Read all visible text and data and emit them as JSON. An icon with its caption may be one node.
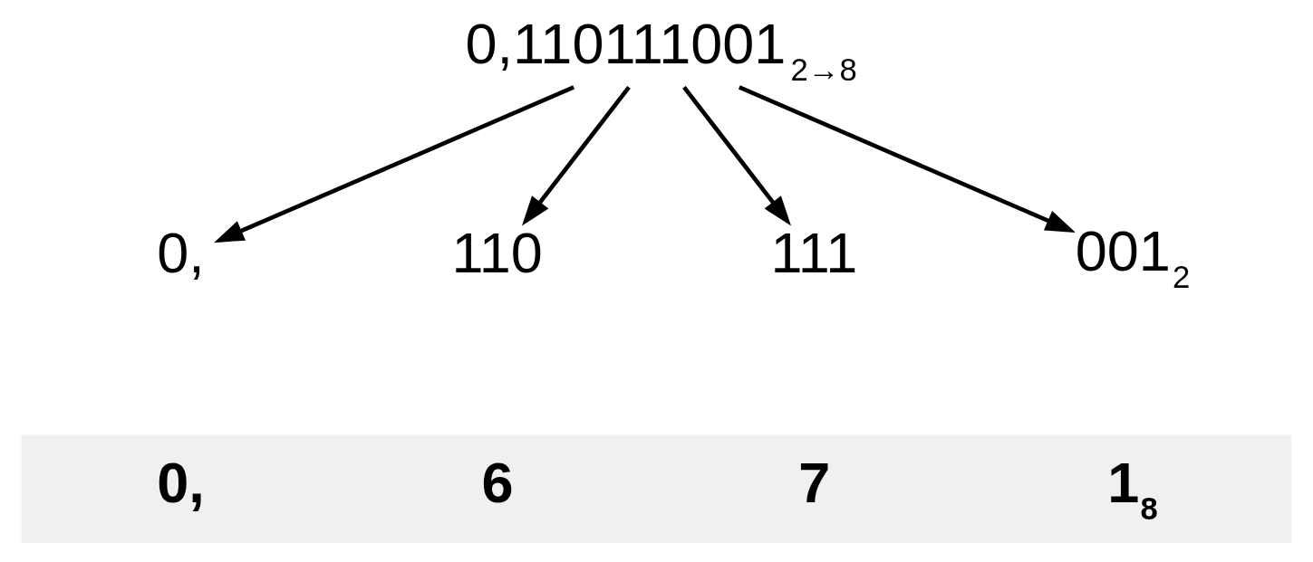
{
  "diagram": {
    "nodes": [
      {
        "text": [
          "0,110111001$_{2→8}$"
        ]
      },
      {
        "text": [
          "0,"
        ]
      },
      {
        "text": [
          "110"
        ]
      },
      {
        "text": [
          "111"
        ]
      },
      {
        "text": [
          "001$_{2}$"
        ]
      },
      {
        "text": [
          "0,",
          "6",
          "7",
          "1$_{8}$"
        ]
      }
    ],
    "edges": [
      {
        "from": 0,
        "to": 1,
        "arrow": "to"
      },
      {
        "from": 0,
        "to": 2,
        "arrow": "to"
      },
      {
        "from": 0,
        "to": 3,
        "arrow": "to"
      },
      {
        "from": 0,
        "to": 4,
        "arrow": "to"
      }
    ]
  }
}
